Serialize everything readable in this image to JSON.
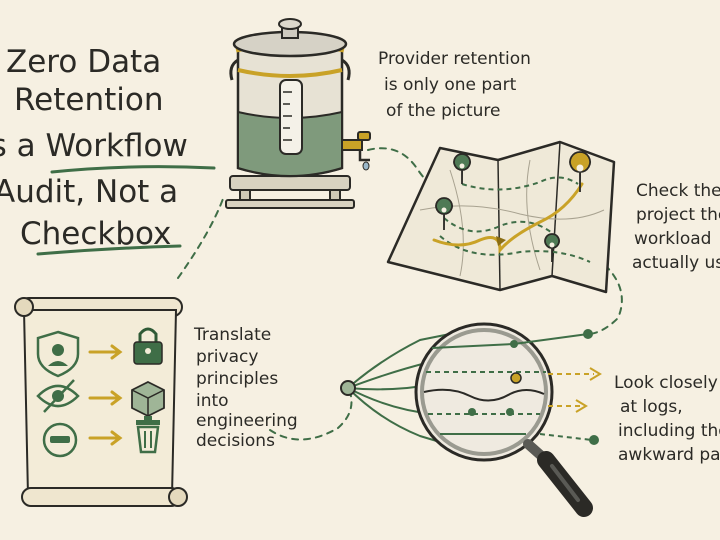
{
  "title": {
    "line1": "Zero Data",
    "line2": "Retention",
    "line3_pre": "is a ",
    "line3_emph": "Workflow",
    "line4": "Audit, Not a",
    "line5": "Checkbox"
  },
  "notes": {
    "provider": [
      "Provider retention",
      "is only one part",
      "of the picture"
    ],
    "project": [
      "Check the",
      "project the",
      "workload",
      "actually uses"
    ],
    "translate": [
      "Translate",
      "privacy",
      "principles",
      "into",
      "engineering",
      "decisions"
    ],
    "logs": [
      "Look closely",
      "at logs,",
      "including the",
      "awkward paths"
    ]
  },
  "icons": {
    "tank": "water-tank-icon",
    "map": "route-map-icon",
    "scroll": "principles-scroll-icon",
    "magnifier": "magnifier-icon"
  },
  "colors": {
    "green": "#3f6e47",
    "gold": "#c9a227",
    "ink": "#2b2a26",
    "paper": "#f6f0e2"
  }
}
